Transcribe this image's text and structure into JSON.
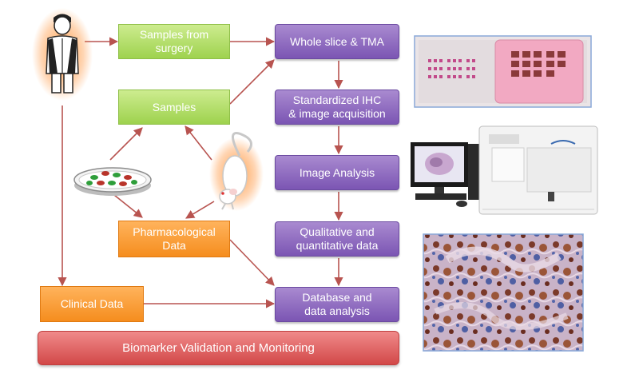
{
  "colors": {
    "arrow": "#b85450",
    "green": "#9ed24e",
    "purple": "#7b55b3",
    "orange": "#f58d1e",
    "red": "#d24848",
    "photo_border": "#8aa8d8"
  },
  "boxes": {
    "samples_from_surgery": "Samples from\nsurgery",
    "samples": "Samples",
    "pharmacological_data": "Pharmacological\nData",
    "clinical_data": "Clinical Data",
    "whole_slice_tma": "Whole slice & TMA",
    "standardized_ihc": "Standardized IHC\n& image acquisition",
    "image_analysis": "Image Analysis",
    "qualitative_quantitative": "Qualitative and\nquantitative data",
    "database_analysis": "Database and\ndata analysis",
    "biomarker": "Biomarker Validation and Monitoring"
  },
  "icons": {
    "patient": "person-icon",
    "petri_dish": "petri-dish-icon",
    "mouse": "mouse-icon",
    "tma_slide": "tma-slide-photo",
    "scanner": "slide-scanner-photo",
    "ihc": "ihc-tissue-photo"
  }
}
